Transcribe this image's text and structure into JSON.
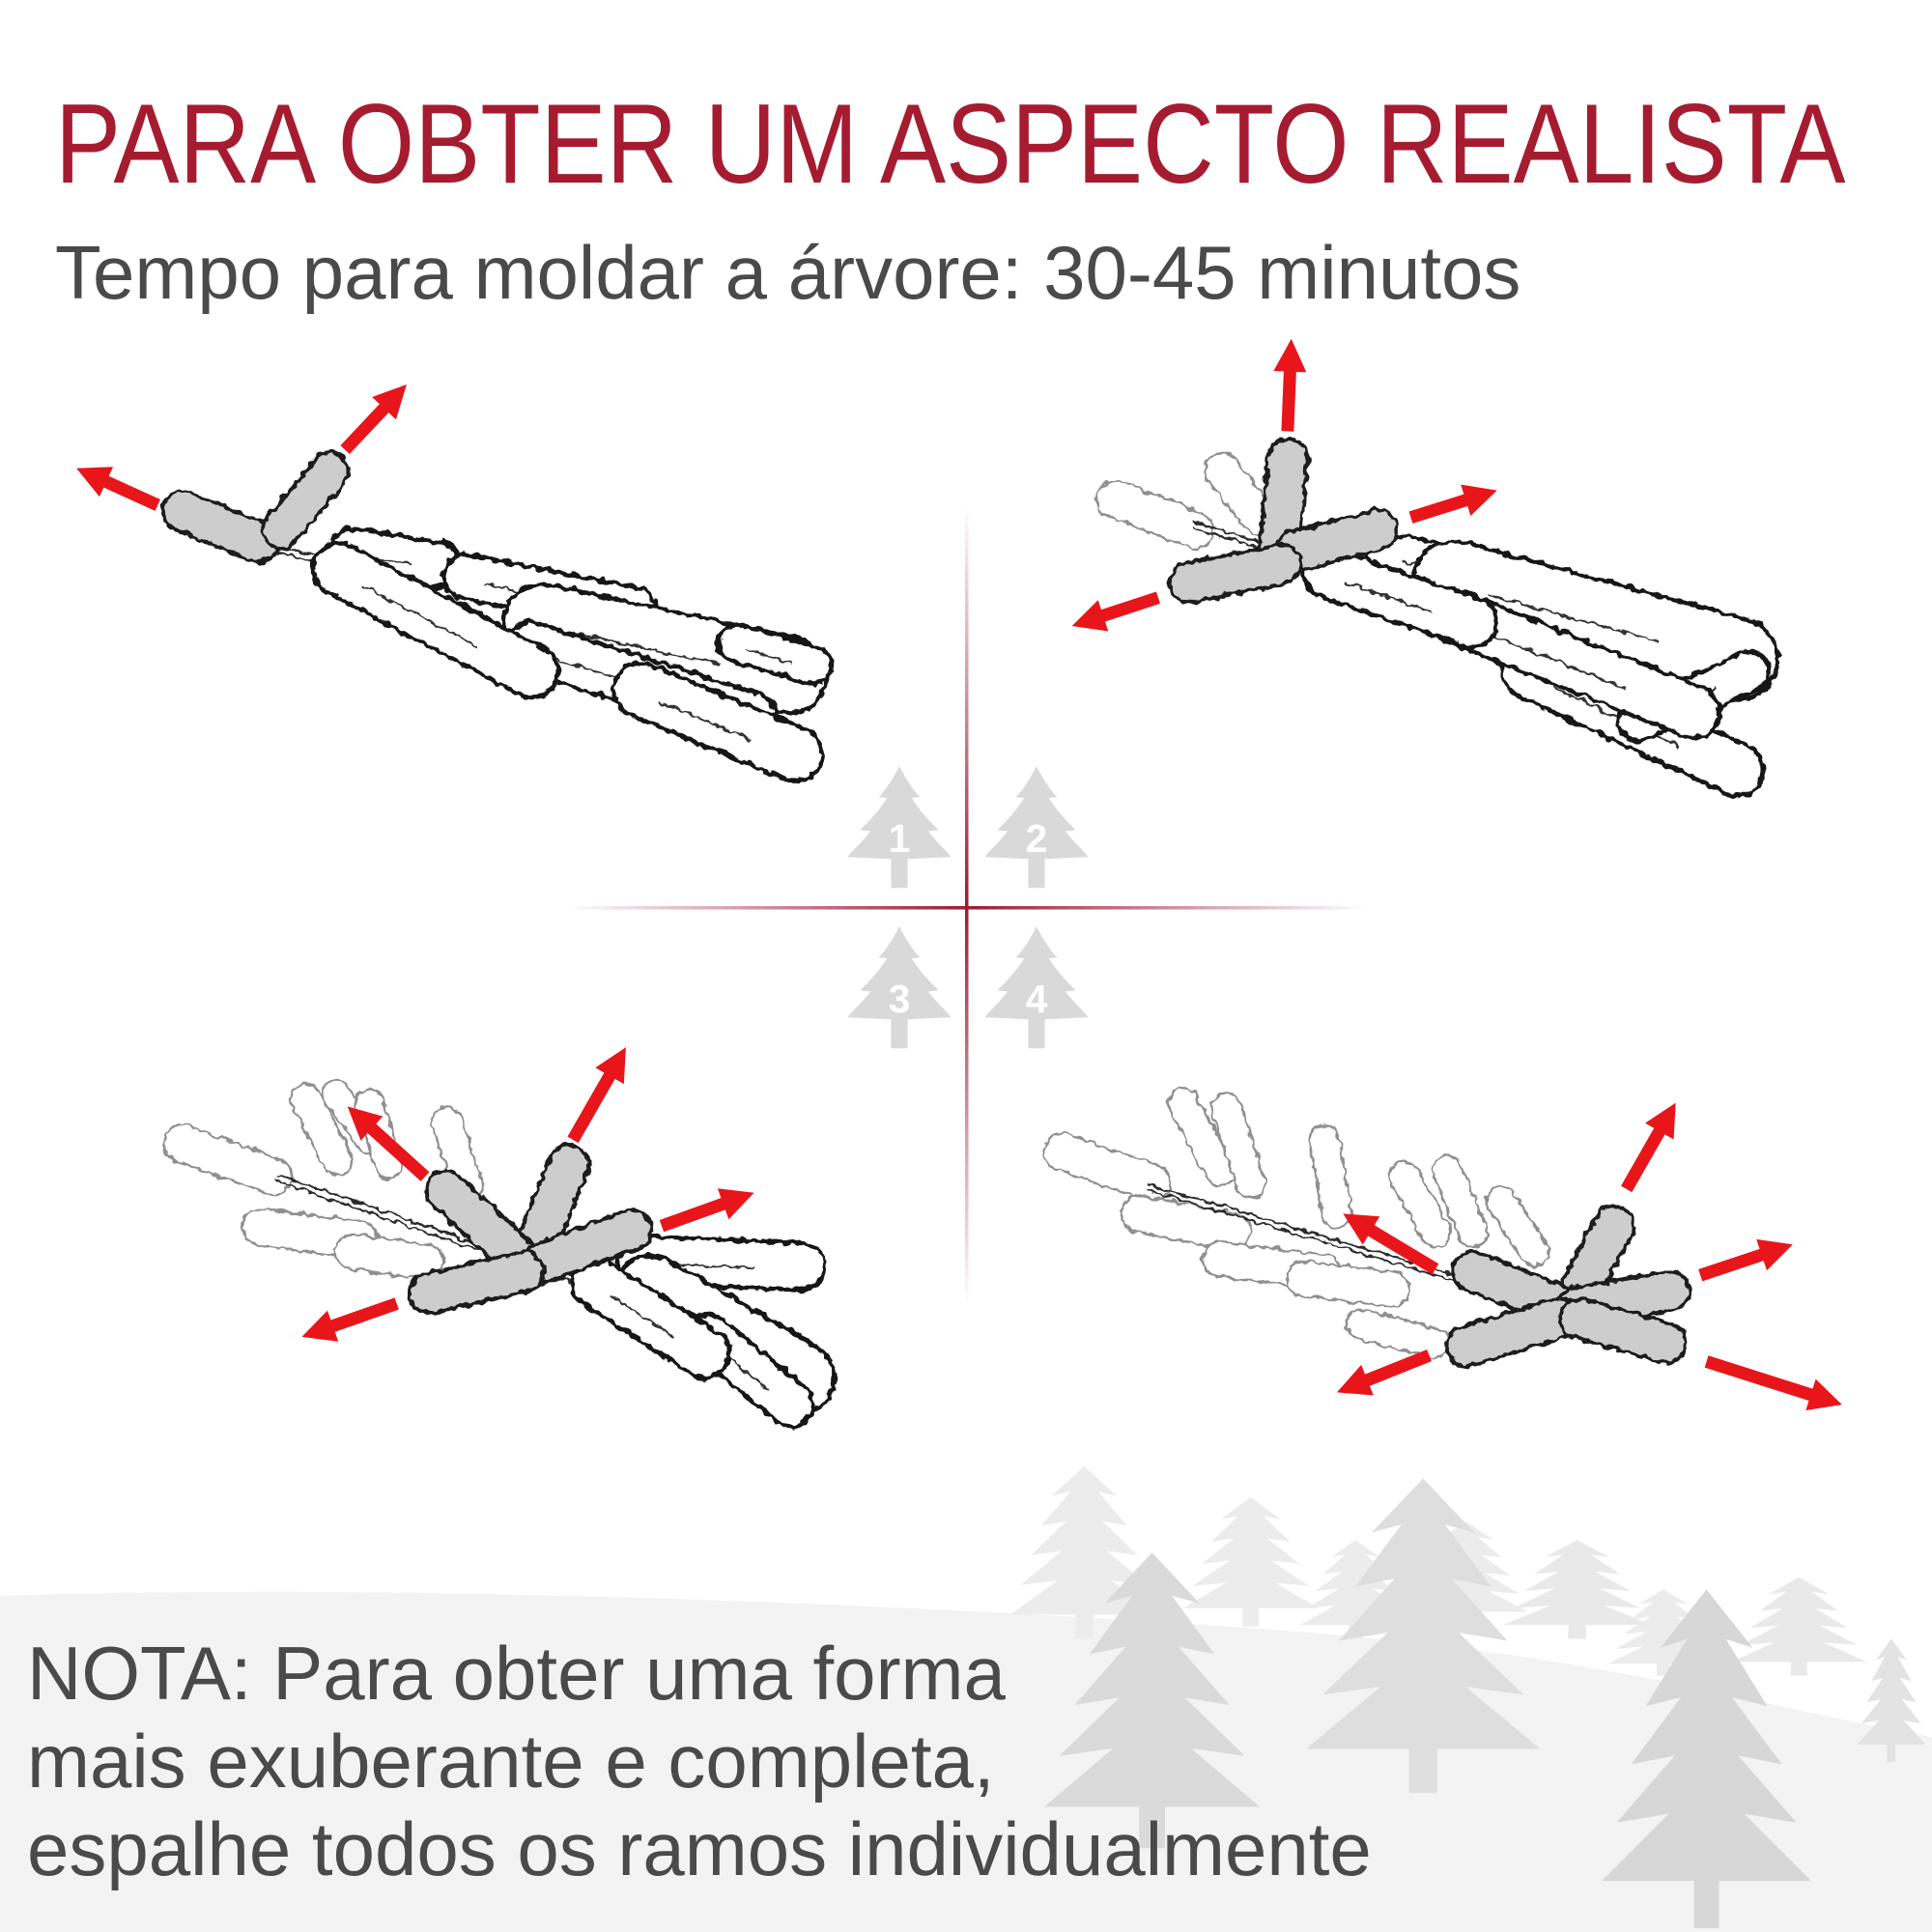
{
  "title": "PARA OBTER UM ASPECTO REALISTA",
  "subtitle": "Tempo para moldar a árvore: 30-45 minutos",
  "steps": [
    {
      "number": "1"
    },
    {
      "number": "2"
    },
    {
      "number": "3"
    },
    {
      "number": "4"
    }
  ],
  "note": {
    "lines": [
      "NOTA: Para obter uma forma",
      "mais exuberante e completa,",
      "espalhe todos os ramos individualmente"
    ]
  },
  "colors": {
    "title": "#a51c30",
    "text": "#4a4a4a",
    "arrow": "#e8161b",
    "branch_tip": "#cdcdcd",
    "step_icon": "#d9d9d9",
    "divider": "#9e1b32",
    "ground": "#f3f3f3"
  },
  "icons": {
    "step_marker": "pine-tree-icon",
    "direction": "arrow-icon",
    "background": "pine-tree-icon"
  }
}
